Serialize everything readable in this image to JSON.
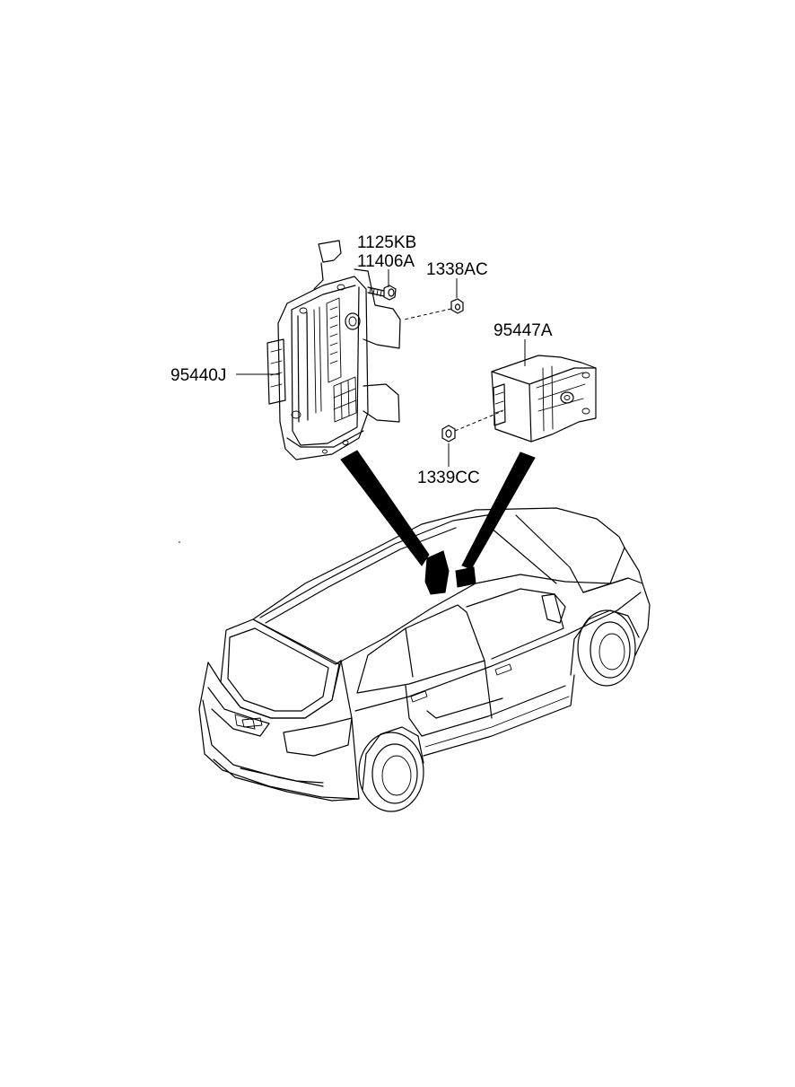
{
  "labels": {
    "bolt": "1125KB",
    "bolt_alt": "11406A",
    "nut_top": "1338AC",
    "module_right": "95447A",
    "module_left": "95440J",
    "nut_bottom": "1339CC"
  },
  "colors": {
    "line": "#000000",
    "background": "#ffffff"
  }
}
